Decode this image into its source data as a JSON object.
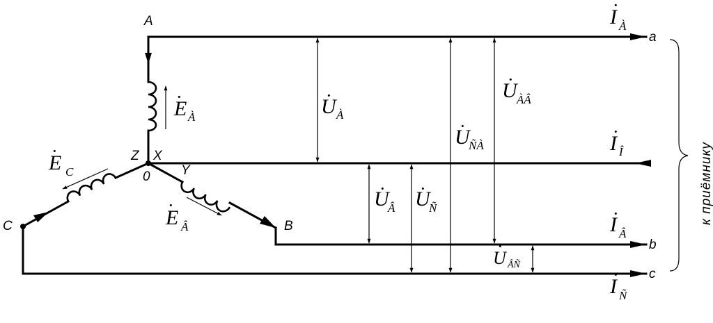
{
  "nodes": {
    "A": "A",
    "B": "B",
    "C": "C",
    "X": "X",
    "Y": "Y",
    "Z": "Z",
    "O": "0"
  },
  "lines": {
    "a": "a",
    "b": "b",
    "c": "c"
  },
  "emf": {
    "EA": {
      "main": "E",
      "sub": "À"
    },
    "EB": {
      "main": "E",
      "sub": "Â"
    },
    "EC": {
      "main": "E",
      "sub": "C"
    }
  },
  "voltages": {
    "UA": {
      "main": "U",
      "sub": "À"
    },
    "UB": {
      "main": "U",
      "sub": "Â"
    },
    "UC": {
      "main": "U",
      "sub": "Ñ"
    },
    "UAB": {
      "main": "U",
      "sub": "ÀÂ"
    },
    "UCA": {
      "main": "U",
      "sub": "ÑÀ"
    },
    "UBC": {
      "main": "U",
      "sub": "ÂÑ"
    }
  },
  "currents": {
    "IA": {
      "main": "I",
      "sub": "À"
    },
    "I0": {
      "main": "I",
      "sub": "Î"
    },
    "IB": {
      "main": "I",
      "sub": "Â"
    },
    "IC": {
      "main": "I",
      "sub": "Ñ"
    }
  },
  "receiver_label": "к приёмнику"
}
